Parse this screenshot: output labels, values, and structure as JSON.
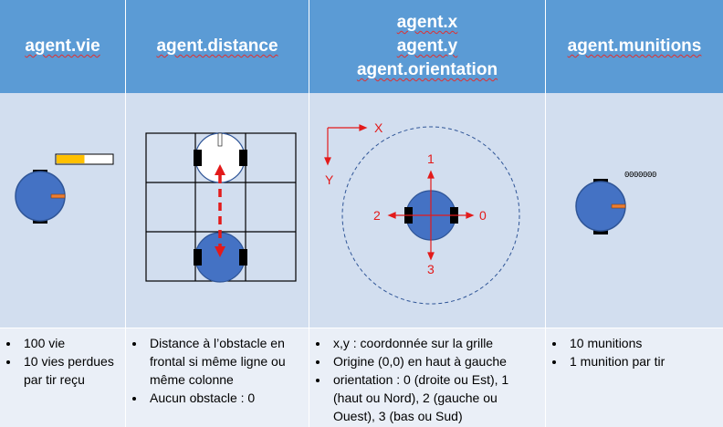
{
  "headers": {
    "col1": "agent.vie",
    "col2": "agent.distance",
    "col3_line1": "agent.x",
    "col3_line2": "agent.y",
    "col3_line3": "agent.orientation",
    "col4": "agent.munitions"
  },
  "illustrations": {
    "health_fraction": 0.5,
    "axis_x_label": "X",
    "axis_y_label": "Y",
    "dir_up": "1",
    "dir_left": "2",
    "dir_right": "0",
    "dir_down": "3",
    "ammo_dots": "0000000",
    "colors": {
      "agent_body": "#4472c4",
      "agent_stroke": "#2f5597",
      "health_fill": "#ffc000",
      "arrow_red": "#e31a1a",
      "circle_dash": "#2f5597"
    }
  },
  "footer": {
    "col1": [
      "100 vie",
      "10 vies perdues par tir reçu"
    ],
    "col2": [
      "Distance à l’obstacle en frontal si même ligne ou même colonne",
      "Aucun obstacle : 0"
    ],
    "col3": [
      "x,y : coordonnée sur la grille",
      "Origine (0,0) en haut à gauche",
      "orientation : 0 (droite ou Est), 1 (haut ou Nord), 2 (gauche ou Ouest), 3 (bas ou Sud)"
    ],
    "col4": [
      "10 munitions",
      "1 munition par tir"
    ]
  }
}
